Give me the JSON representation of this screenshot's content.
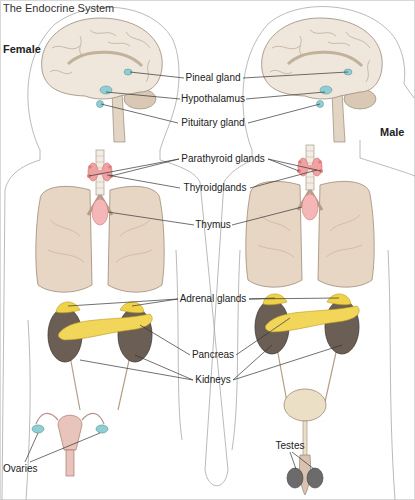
{
  "diagram": {
    "title": "The Endocrine System",
    "labels": [
      "Female",
      "Pineal gland",
      "Hypothalamus",
      "Pituitary gland",
      "Parathyroid glands",
      "Male",
      "Thyroidglands",
      "Thymus",
      "Adrenal glands",
      "Pancreas",
      "Kidneys",
      "Ovaries",
      "Testes"
    ]
  }
}
